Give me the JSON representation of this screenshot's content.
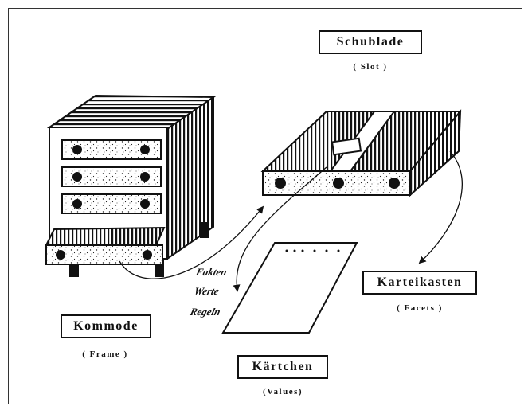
{
  "labels": {
    "schublade": {
      "title": "Schublade",
      "sub": "( Slot )"
    },
    "kommode": {
      "title": "Kommode",
      "sub": "( Frame )"
    },
    "karteikasten": {
      "title": "Karteikasten",
      "sub": "( Facets )"
    },
    "kaertchen": {
      "title": "Kärtchen",
      "sub": "(Values)"
    }
  },
  "card": {
    "lines": [
      "Fakten",
      "Werte",
      "Regeln"
    ]
  }
}
